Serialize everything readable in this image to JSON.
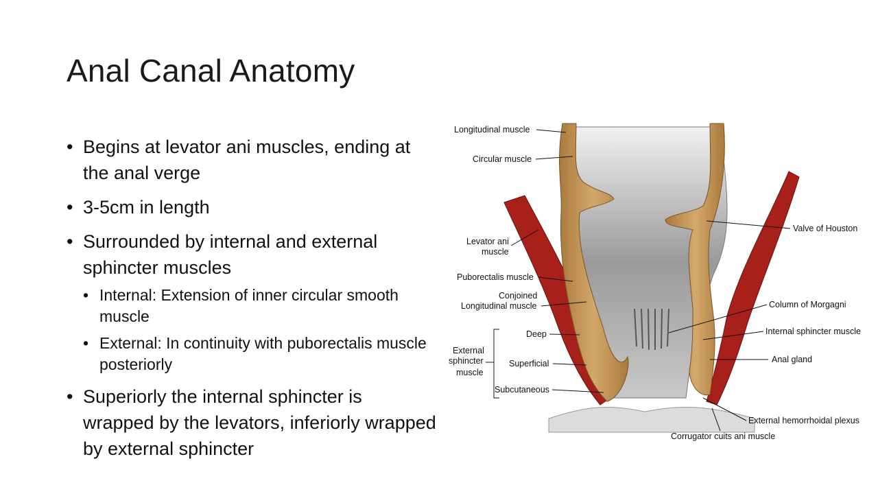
{
  "slide": {
    "title": "Anal Canal Anatomy",
    "bullets": [
      {
        "text": "Begins at levator ani muscles, ending at the anal verge"
      },
      {
        "text": "3-5cm in length"
      },
      {
        "text": "Surrounded by internal and external sphincter muscles",
        "sub": [
          "Internal: Extension of inner circular smooth muscle",
          "External: In continuity with puborectalis muscle posteriorly"
        ]
      },
      {
        "text": "Superiorly the internal sphincter is wrapped by the levators, inferiorly wrapped by external sphincter"
      }
    ]
  },
  "figure": {
    "labels": {
      "longitudinal_muscle": "Longitudinal muscle",
      "circular_muscle": "Circular muscle",
      "levator_ani_1": "Levator ani",
      "levator_ani_2": "muscle",
      "puborectalis": "Puborectalis muscle",
      "conjoined_1": "Conjoined",
      "conjoined_2": "Longitudinal muscle",
      "external_1": "External",
      "external_2": "sphincter",
      "external_3": "muscle",
      "deep": "Deep",
      "superficial": "Superficial",
      "subcutaneous": "Subcutaneous",
      "valve_of_houston": "Valve of Houston",
      "column_of_morgagni": "Column of Morgagni",
      "internal_sphincter": "Internal sphincter muscle",
      "anal_gland": "Anal gland",
      "external_hemorrhoidal_plexus": "External hemorrhoidal plexus",
      "corrugator": "Corrugator cuits ani muscle"
    },
    "colors": {
      "muscle_red": "#a8201a",
      "smooth_muscle_tan": "#c99a5b",
      "lumen_gray": "#8f8f8f"
    }
  }
}
